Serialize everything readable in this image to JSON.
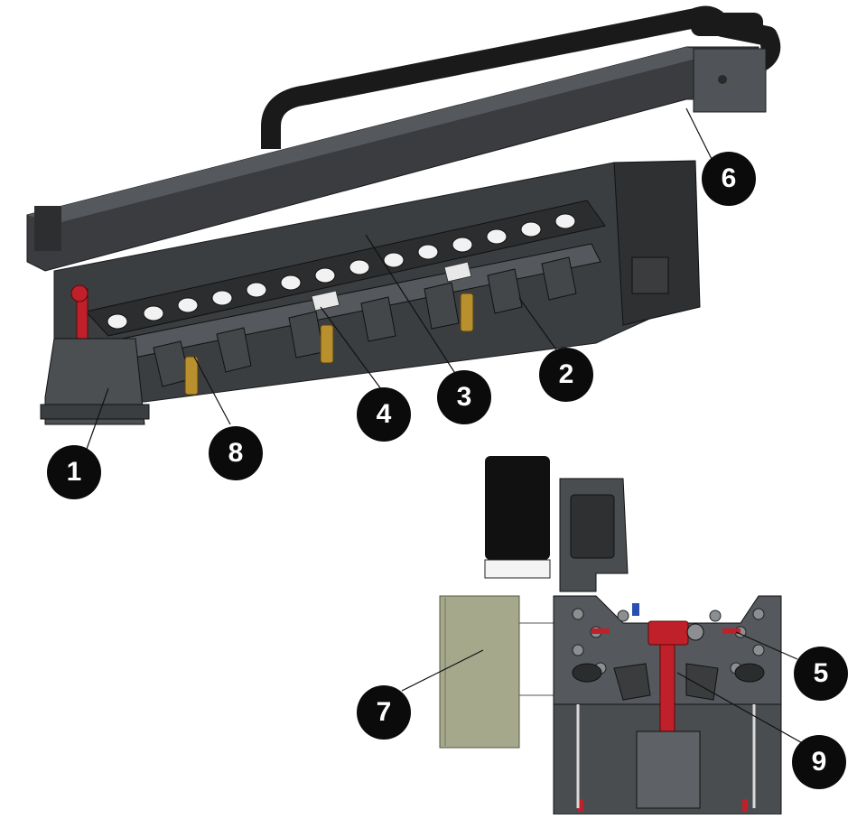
{
  "callouts": {
    "c1": "1",
    "c2": "2",
    "c3": "3",
    "c4": "4",
    "c5": "5",
    "c6": "6",
    "c7": "7",
    "c8": "8",
    "c9": "9"
  },
  "colors": {
    "machine_dark": "#2f3133",
    "machine_mid": "#4a4d50",
    "machine_light": "#6d7074",
    "accent_red": "#c0202a",
    "accent_brass": "#b8902e",
    "panel_green": "#a5a88a",
    "callout_fill": "#0b0b0b"
  }
}
